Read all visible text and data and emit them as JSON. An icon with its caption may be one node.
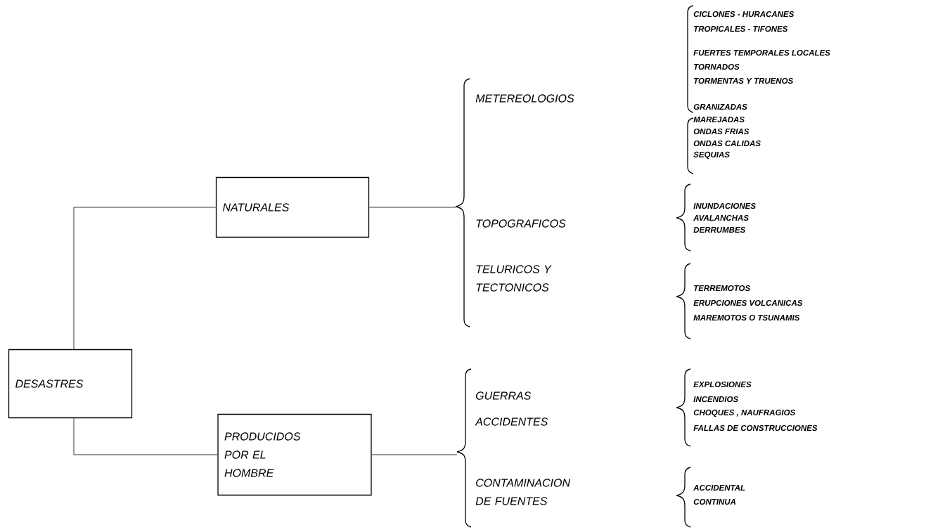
{
  "diagram": {
    "nodes": [
      {
        "text": [
          "DESASTRES"
        ]
      },
      {
        "text": [
          "NATURALES"
        ]
      },
      {
        "text": [
          "PRODUCIDOS POR EL HOMBRE"
        ]
      },
      {
        "text": [
          "METEREOLOGIOS"
        ]
      },
      {
        "text": [
          "TOPOGRAFICOS"
        ]
      },
      {
        "text": [
          "TELURICOS Y TECTONICOS"
        ]
      },
      {
        "text": [
          "GUERRAS"
        ]
      },
      {
        "text": [
          "ACCIDENTES"
        ]
      },
      {
        "text": [
          "CONTAMINACION DE FUENTES"
        ]
      },
      {
        "text": [],
        "shape": "brace"
      },
      {
        "text": [],
        "shape": "brace"
      }
    ],
    "edges": [
      {
        "from": 0,
        "to": 1,
        "arrow": "none"
      },
      {
        "from": 0,
        "to": 2,
        "arrow": "none"
      },
      {
        "from": 1,
        "to": 9,
        "arrow": "none"
      },
      {
        "from": 2,
        "to": 10,
        "arrow": "none"
      }
    ],
    "labels": [
      "CICLONES - HURACANES",
      "TROPICALES - TIFONES",
      "FUERTES TEMPORALES LOCALES",
      "TORNADOS",
      "TORMENTAS Y TRUENOS",
      "GRANIZADAS",
      "MAREJADAS",
      "ONDAS FRIAS",
      "ONDAS CALIDAS",
      "SEQUIAS",
      "INUNDACIONES",
      "AVALANCHAS",
      "DERRUMBES",
      "TERREMOTOS",
      "ERUPCIONES VOLCANICAS",
      "MAREMOTOS O TSUNAMIS",
      "EXPLOSIONES",
      "INCENDIOS",
      "CHOQUES , NAUFRAGIOS",
      "FALLAS DE CONSTRUCCIONES",
      "ACCIDENTAL",
      "CONTINUA"
    ]
  }
}
